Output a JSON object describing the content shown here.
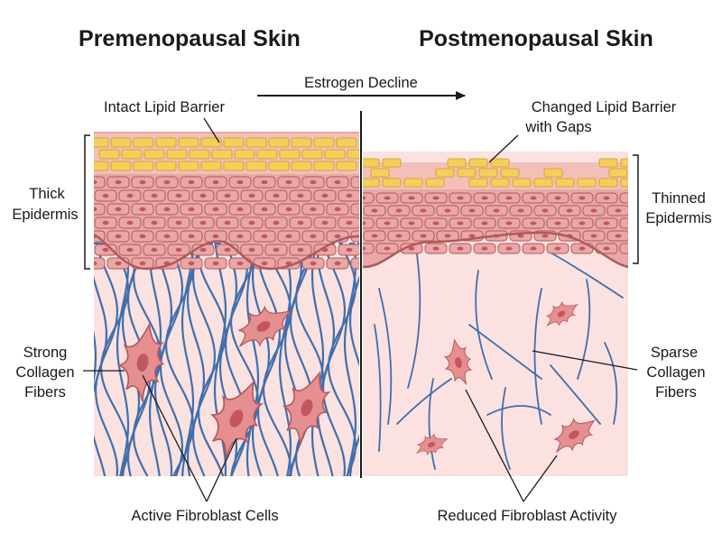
{
  "titles": {
    "left": "Premenopausal Skin",
    "right": "Postmenopausal Skin"
  },
  "arrow_label": "Estrogen Decline",
  "labels": {
    "intact_lipid": "Intact Lipid Barrier",
    "changed_lipid_line1": "Changed Lipid Barrier",
    "changed_lipid_line2": "with Gaps",
    "thick_line1": "Thick",
    "thick_line2": "Epidermis",
    "thinned_line1": "Thinned",
    "thinned_line2": "Epidermis",
    "strong_line1": "Strong",
    "strong_line2": "Collagen",
    "strong_line3": "Fibers",
    "sparse_line1": "Sparse",
    "sparse_line2": "Collagen",
    "sparse_line3": "Fibers",
    "active_fibroblast": "Active Fibroblast Cells",
    "reduced_fibroblast": "Reduced Fibroblast Activity"
  },
  "colors": {
    "lipid": "#f4cf5a",
    "lipid_stroke": "#c99a2e",
    "epidermis": "#e9a7a5",
    "epidermis_stroke": "#b0595d",
    "nucleus": "#c1575f",
    "dermis": "#fbe1e0",
    "collagen": "#3f6fad",
    "fibroblast": "#e58f91",
    "fibroblast_stroke": "#b35a5f"
  }
}
